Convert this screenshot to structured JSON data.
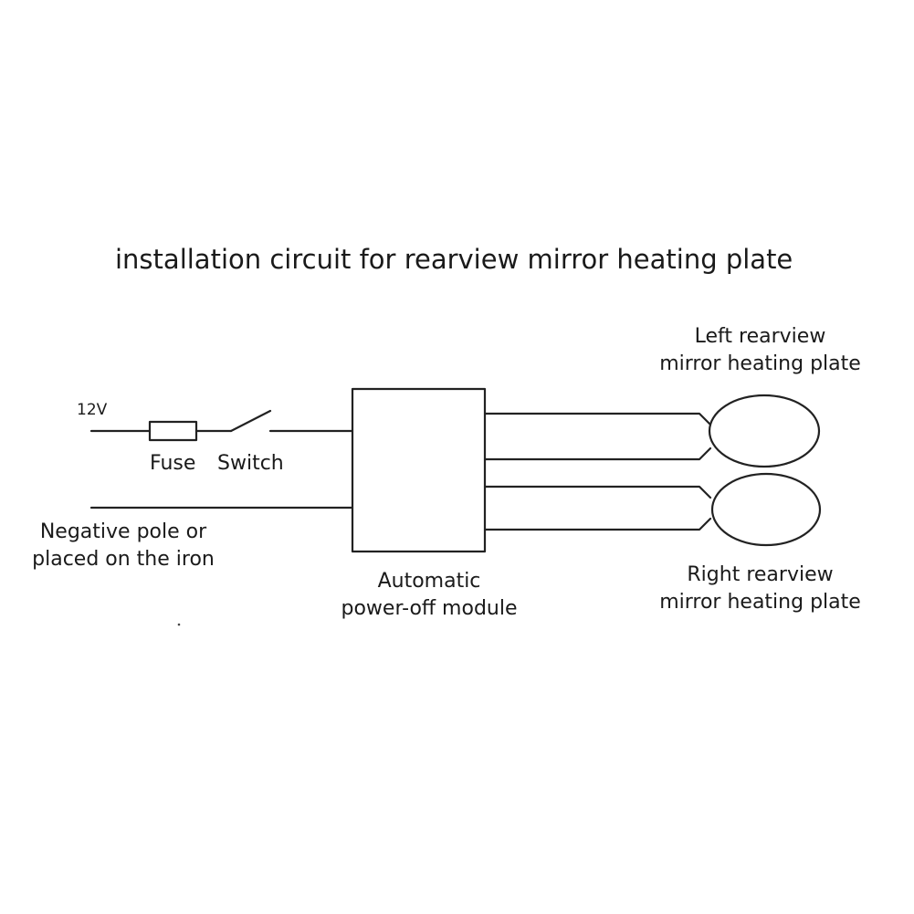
{
  "diagram": {
    "title": "installation circuit for rearview mirror heating plate",
    "supply_label": "12V",
    "fuse_label": "Fuse",
    "switch_label": "Switch",
    "negative_label": {
      "line1": "Negative pole or",
      "line2": "placed on the iron"
    },
    "module_label": {
      "line1": "Automatic",
      "line2": "power-off module"
    },
    "left_plate_label": {
      "line1": "Left rearview",
      "line2": "mirror heating plate"
    },
    "right_plate_label": {
      "line1": "Right rearview",
      "line2": "mirror heating plate"
    }
  },
  "colors": {
    "line": "#222222",
    "text": "#1a1a1a",
    "background": "#ffffff"
  }
}
